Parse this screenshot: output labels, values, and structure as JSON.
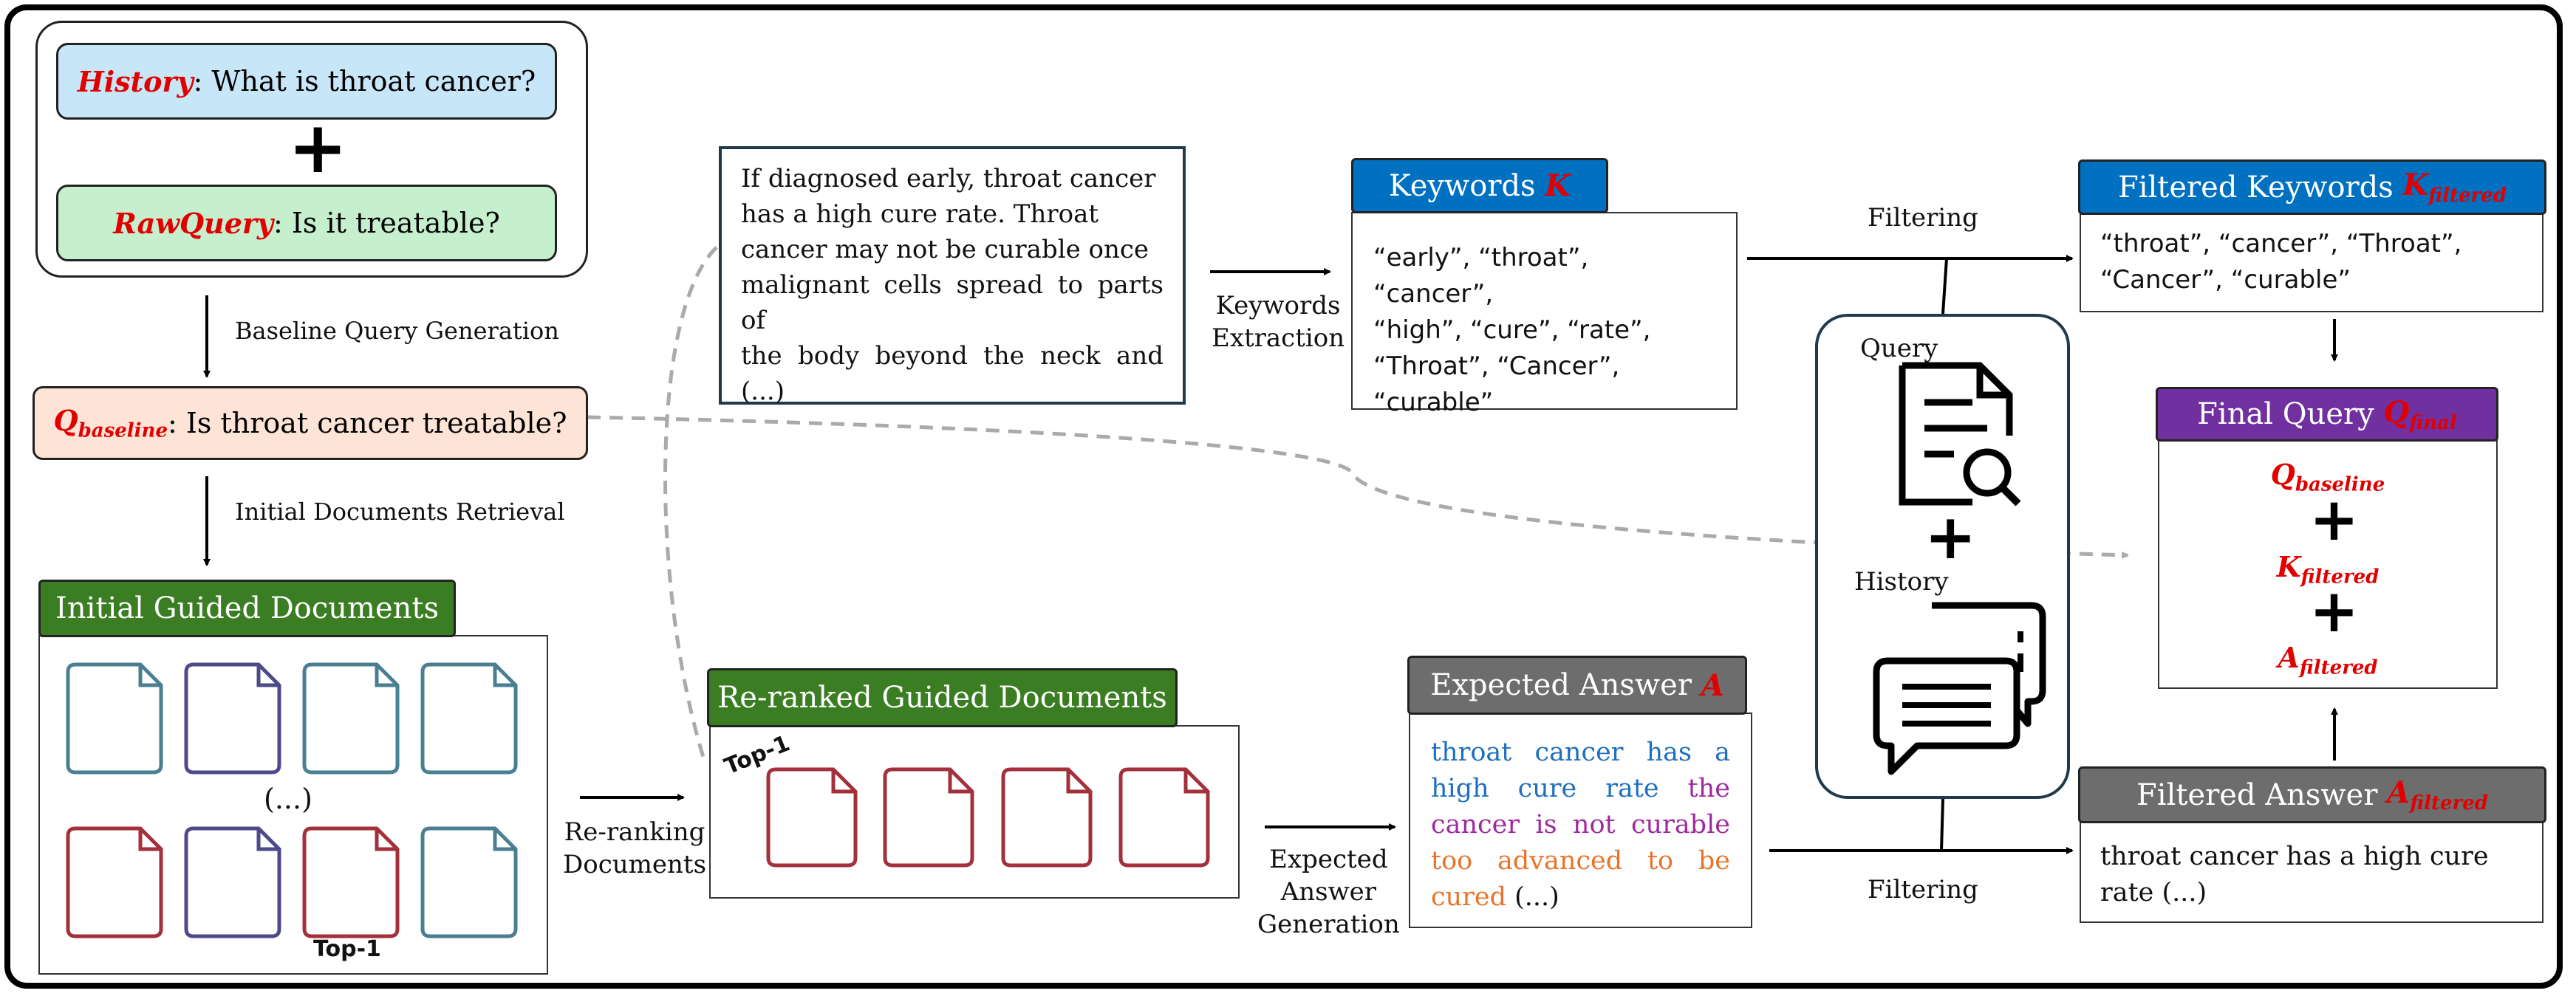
{
  "history_box": {
    "history_label": "History",
    "history_text": ": What is throat cancer?",
    "rawquery_label": "RawQuery",
    "rawquery_text": ": Is it treatable?",
    "plus": "+"
  },
  "baseline": {
    "step_label": "Baseline Query Generation",
    "q_symbol": "Q",
    "q_sub": "baseline",
    "q_text": ": Is throat cancer treatable?"
  },
  "retrieval": {
    "step_label": "Initial Documents Retrieval"
  },
  "initial_docs": {
    "title": "Initial Guided Documents",
    "ellipsis": "(...)",
    "top1": "Top-1"
  },
  "reranking": {
    "label_line1": "Re-ranking",
    "label_line2": "Documents"
  },
  "reranked_docs": {
    "title": "Re-ranked Guided Documents",
    "top1": "Top-1"
  },
  "passage": {
    "lines": [
      "If diagnosed early, throat cancer",
      "has a high cure rate. Throat",
      "cancer may not be curable once",
      "malignant cells spread to parts of",
      "the body beyond the neck and (...)"
    ]
  },
  "keywords_extraction": {
    "label_line1": "Keywords",
    "label_line2": "Extraction"
  },
  "keywords": {
    "title": "Keywords",
    "symbol": "K",
    "lines": [
      "“early”, “throat”, “cancer”,",
      "“high”, “cure”, “rate”,",
      "“Throat”, “Cancer”,",
      "“curable”"
    ]
  },
  "filtering_top": "Filtering",
  "filtering_bottom": "Filtering",
  "filtered_keywords": {
    "title": "Filtered Keywords",
    "symbol": "K",
    "sub": "filtered",
    "lines": [
      "“throat”, “cancer”, “Throat”,",
      "“Cancer”, “curable”"
    ]
  },
  "query_history_panel": {
    "query_label": "Query",
    "history_label": "History",
    "plus": "+",
    "query_icon": "document-search-icon",
    "history_icon": "chat-bubbles-icon"
  },
  "final_query": {
    "title": "Final Query",
    "symbol": "Q",
    "sub": "final",
    "items": [
      {
        "symbol": "Q",
        "sub": "baseline"
      },
      {
        "symbol": "K",
        "sub": "filtered"
      },
      {
        "symbol": "A",
        "sub": "filtered"
      }
    ],
    "plus": "+"
  },
  "expected_answer_gen": {
    "line1": "Expected",
    "line2": "Answer",
    "line3": "Generation"
  },
  "expected_answer": {
    "title": "Expected Answer",
    "symbol": "A",
    "segments": [
      {
        "text": "throat cancer has a high cure rate",
        "color": "#1f6fbf"
      },
      {
        "text": "the cancer is not curable",
        "color": "#a0299f"
      },
      {
        "text": "too advanced to be cured",
        "color": "#e8742a"
      },
      {
        "text": "(...)",
        "color": "#111111"
      }
    ]
  },
  "filtered_answer": {
    "title": "Filtered Answer",
    "symbol": "A",
    "sub": "filtered",
    "lines": [
      "throat cancer has a high cure",
      "rate (...)"
    ]
  },
  "colors": {
    "history_box": "#c7e6f7",
    "rawquery_box": "#c6efce",
    "baseline_box": "#fde4d6",
    "green_header": "#3b7d23",
    "blue_header": "#0070c0",
    "gray_header": "#6d6d6d",
    "purple_header": "#7030a0",
    "doc_teal": "#4a7f92",
    "doc_purple": "#4e4a8a",
    "doc_red": "#a3303b",
    "accent_red": "#e00000"
  }
}
